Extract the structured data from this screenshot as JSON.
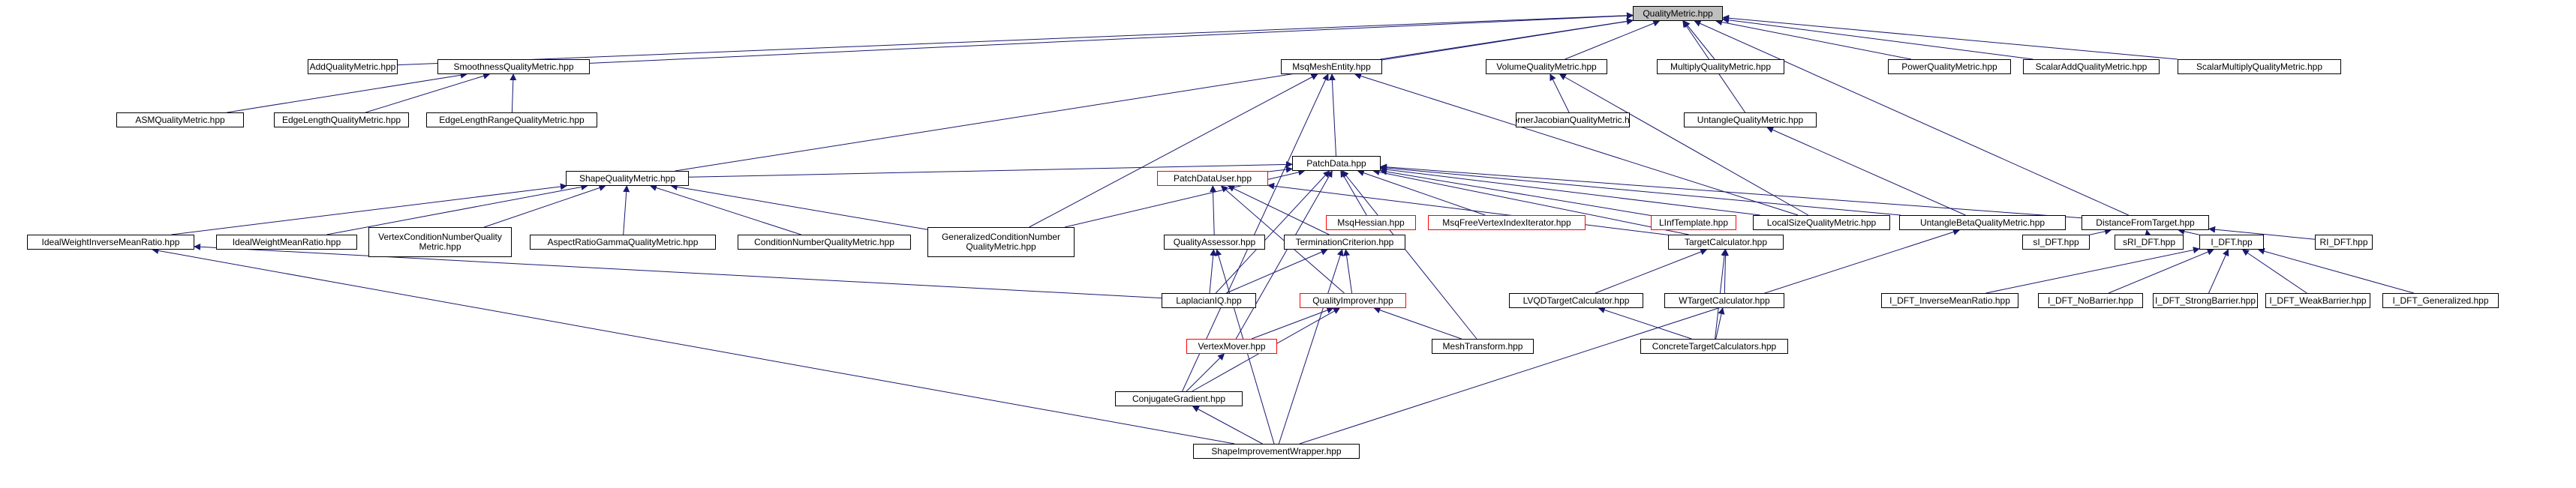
{
  "diagram": {
    "colors": {
      "edge": "#191970",
      "box_border": "#000000",
      "incomplete_border": "#ff0000",
      "root_fill": "#bfbfbf",
      "background": "#ffffff"
    },
    "nodes": [
      {
        "id": "qm",
        "label": "QualityMetric.hpp",
        "root": true
      },
      {
        "id": "aqm",
        "label": "AddQualityMetric.hpp"
      },
      {
        "id": "sqm",
        "label": "SmoothnessQualityMetric.hpp"
      },
      {
        "id": "mme",
        "label": "MsqMeshEntity.hpp"
      },
      {
        "id": "vqm",
        "label": "VolumeQualityMetric.hpp"
      },
      {
        "id": "mqm",
        "label": "MultiplyQualityMetric.hpp"
      },
      {
        "id": "pqm",
        "label": "PowerQualityMetric.hpp"
      },
      {
        "id": "saqm",
        "label": "ScalarAddQualityMetric.hpp"
      },
      {
        "id": "smqm",
        "label": "ScalarMultiplyQualityMetric.hpp"
      },
      {
        "id": "asm",
        "label": "ASMQualityMetric.hpp"
      },
      {
        "id": "elqm",
        "label": "EdgeLengthQualityMetric.hpp"
      },
      {
        "id": "elrq",
        "label": "EdgeLengthRangeQualityMetric.hpp"
      },
      {
        "id": "cjqm",
        "label": "CornerJacobianQualityMetric.hpp"
      },
      {
        "id": "uqm",
        "label": "UntangleQualityMetric.hpp"
      },
      {
        "id": "pd",
        "label": "PatchData.hpp"
      },
      {
        "id": "shqm",
        "label": "ShapeQualityMetric.hpp"
      },
      {
        "id": "pdu",
        "label": "PatchDataUser.hpp",
        "incomplete": true
      },
      {
        "id": "mh",
        "label": "MsqHessian.hpp",
        "incomplete": true
      },
      {
        "id": "mfvi",
        "label": "MsqFreeVertexIndexIterator.hpp",
        "incomplete": true
      },
      {
        "id": "lit",
        "label": "LInfTemplate.hpp",
        "incomplete": true
      },
      {
        "id": "lsqm",
        "label": "LocalSizeQualityMetric.hpp"
      },
      {
        "id": "ubqm",
        "label": "UntangleBetaQualityMetric.hpp"
      },
      {
        "id": "dft",
        "label": "DistanceFromTarget.hpp"
      },
      {
        "id": "iwim",
        "label": "IdealWeightInverseMeanRatio.hpp"
      },
      {
        "id": "iwmr",
        "label": "IdealWeightMeanRatio.hpp"
      },
      {
        "id": "vcnq",
        "label": "VertexConditionNumberQuality\nMetric.hpp"
      },
      {
        "id": "agqm",
        "label": "AspectRatioGammaQualityMetric.hpp"
      },
      {
        "id": "cnqm",
        "label": "ConditionNumberQualityMetric.hpp"
      },
      {
        "id": "gcnq",
        "label": "GeneralizedConditionNumber\nQualityMetric.hpp"
      },
      {
        "id": "qa",
        "label": "QualityAssessor.hpp"
      },
      {
        "id": "tc",
        "label": "TerminationCriterion.hpp"
      },
      {
        "id": "tcalc",
        "label": "TargetCalculator.hpp"
      },
      {
        "id": "sl",
        "label": "sI_DFT.hpp"
      },
      {
        "id": "sri",
        "label": "sRI_DFT.hpp"
      },
      {
        "id": "idft",
        "label": "I_DFT.hpp"
      },
      {
        "id": "ri",
        "label": "RI_DFT.hpp"
      },
      {
        "id": "liq",
        "label": "LaplacianIQ.hpp"
      },
      {
        "id": "qi",
        "label": "QualityImprover.hpp",
        "incomplete": true
      },
      {
        "id": "lvqd",
        "label": "LVQDTargetCalculator.hpp"
      },
      {
        "id": "wtc",
        "label": "WTargetCalculator.hpp"
      },
      {
        "id": "vm",
        "label": "VertexMover.hpp",
        "incomplete": true
      },
      {
        "id": "mt",
        "label": "MeshTransform.hpp"
      },
      {
        "id": "ctc",
        "label": "ConcreteTargetCalculators.hpp"
      },
      {
        "id": "cg",
        "label": "ConjugateGradient.hpp"
      },
      {
        "id": "siw",
        "label": "ShapeImprovementWrapper.hpp"
      },
      {
        "id": "imr",
        "label": "I_DFT_InverseMeanRatio.hpp"
      },
      {
        "id": "inb",
        "label": "I_DFT_NoBarrier.hpp"
      },
      {
        "id": "isb",
        "label": "I_DFT_StrongBarrier.hpp"
      },
      {
        "id": "iwb",
        "label": "I_DFT_WeakBarrier.hpp"
      },
      {
        "id": "ig",
        "label": "I_DFT_Generalized.hpp"
      }
    ],
    "edges": [
      [
        "aqm",
        "qm"
      ],
      [
        "sqm",
        "qm"
      ],
      [
        "mme",
        "qm"
      ],
      [
        "vqm",
        "qm"
      ],
      [
        "mqm",
        "qm"
      ],
      [
        "pqm",
        "qm"
      ],
      [
        "saqm",
        "qm"
      ],
      [
        "smqm",
        "qm"
      ],
      [
        "uqm",
        "qm"
      ],
      [
        "shqm",
        "qm"
      ],
      [
        "dft",
        "qm"
      ],
      [
        "asm",
        "sqm"
      ],
      [
        "elqm",
        "sqm"
      ],
      [
        "elrq",
        "sqm"
      ],
      [
        "cjqm",
        "vqm"
      ],
      [
        "lsqm",
        "vqm"
      ],
      [
        "pd",
        "mme"
      ],
      [
        "cg",
        "mme"
      ],
      [
        "gcnq",
        "mme"
      ],
      [
        "lsqm",
        "mme"
      ],
      [
        "ubqm",
        "uqm"
      ],
      [
        "shqm",
        "pd"
      ],
      [
        "pdu",
        "pd"
      ],
      [
        "mh",
        "pd"
      ],
      [
        "mfvi",
        "pd"
      ],
      [
        "lit",
        "pd"
      ],
      [
        "lsqm",
        "pd"
      ],
      [
        "ubqm",
        "pd"
      ],
      [
        "dft",
        "pd"
      ],
      [
        "gcnq",
        "pd"
      ],
      [
        "vm",
        "pd"
      ],
      [
        "liq",
        "pd"
      ],
      [
        "mt",
        "pd"
      ],
      [
        "tcalc",
        "pd"
      ],
      [
        "iwim",
        "shqm"
      ],
      [
        "iwmr",
        "shqm"
      ],
      [
        "vcnq",
        "shqm"
      ],
      [
        "agqm",
        "shqm"
      ],
      [
        "cnqm",
        "shqm"
      ],
      [
        "gcnq",
        "shqm"
      ],
      [
        "qa",
        "pdu"
      ],
      [
        "tc",
        "pdu"
      ],
      [
        "tcalc",
        "pdu"
      ],
      [
        "qi",
        "pdu"
      ],
      [
        "sl",
        "dft"
      ],
      [
        "sri",
        "dft"
      ],
      [
        "idft",
        "dft"
      ],
      [
        "ri",
        "dft"
      ],
      [
        "liq",
        "iwim"
      ],
      [
        "siw",
        "iwim"
      ],
      [
        "liq",
        "qa"
      ],
      [
        "siw",
        "qa"
      ],
      [
        "liq",
        "tc"
      ],
      [
        "qi",
        "tc"
      ],
      [
        "siw",
        "tc"
      ],
      [
        "lvqd",
        "tcalc"
      ],
      [
        "wtc",
        "tcalc"
      ],
      [
        "ctc",
        "tcalc"
      ],
      [
        "imr",
        "idft"
      ],
      [
        "inb",
        "idft"
      ],
      [
        "isb",
        "idft"
      ],
      [
        "iwb",
        "idft"
      ],
      [
        "ig",
        "idft"
      ],
      [
        "vm",
        "qi"
      ],
      [
        "mt",
        "qi"
      ],
      [
        "cg",
        "qi"
      ],
      [
        "ctc",
        "lvqd"
      ],
      [
        "ctc",
        "wtc"
      ],
      [
        "cg",
        "vm"
      ],
      [
        "siw",
        "cg"
      ],
      [
        "siw",
        "ubqm"
      ]
    ]
  }
}
